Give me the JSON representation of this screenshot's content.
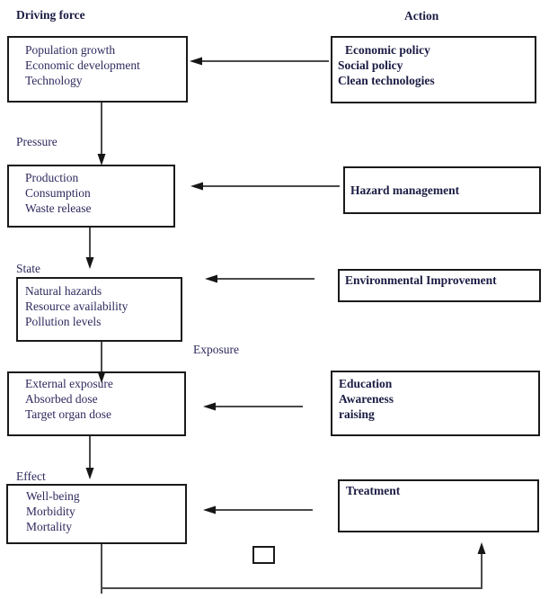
{
  "colors": {
    "background": "#ffffff",
    "box_border": "#1a1a1a",
    "regular_text": "#2e2a5e",
    "bold_text": "#1b1b44",
    "arrow_line": "#4a4a4a",
    "arrow_head": "#161616"
  },
  "headers": {
    "left": "Driving force",
    "right": "Action"
  },
  "stage_labels": {
    "pressure": "Pressure",
    "state": "State",
    "exposure": "Exposure",
    "effect": "Effect"
  },
  "boxes": {
    "driving_force": {
      "lines": [
        "Population growth",
        "Economic development",
        "Technology"
      ]
    },
    "pressure": {
      "lines": [
        "Production",
        "Consumption",
        "Waste release"
      ]
    },
    "state": {
      "lines": [
        "Natural hazards",
        "Resource availability",
        "Pollution levels"
      ]
    },
    "exposure": {
      "lines": [
        "External exposure",
        "Absorbed dose",
        "Target organ dose"
      ]
    },
    "effect": {
      "lines": [
        "Well-being",
        "Morbidity",
        "Mortality"
      ]
    },
    "action_policy": {
      "lines": [
        "Economic policy",
        "Social policy",
        "Clean technologies"
      ]
    },
    "hazard_management": {
      "lines": [
        "Hazard management"
      ]
    },
    "environmental_improvement": {
      "lines": [
        "Environmental Improvement"
      ]
    },
    "education": {
      "lines": [
        "Education",
        "Awareness",
        "raising"
      ]
    },
    "treatment": {
      "lines": [
        "Treatment"
      ]
    }
  }
}
